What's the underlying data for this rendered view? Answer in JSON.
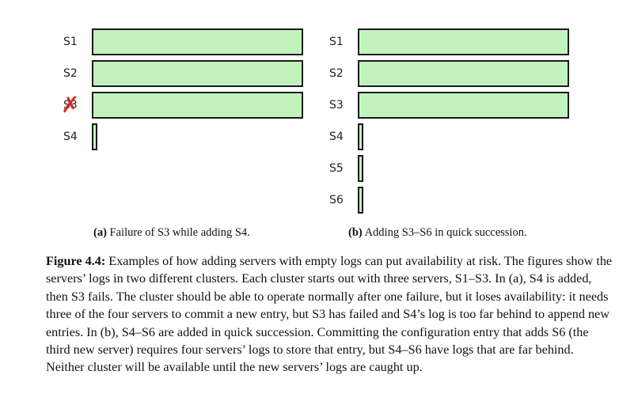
{
  "panels": [
    {
      "id": "a",
      "servers": [
        {
          "name": "S1",
          "log_fraction": 1.0,
          "failed": false
        },
        {
          "name": "S2",
          "log_fraction": 1.0,
          "failed": false
        },
        {
          "name": "S3",
          "log_fraction": 1.0,
          "failed": true
        },
        {
          "name": "S4",
          "log_fraction": 0.0,
          "failed": false
        }
      ],
      "subcaption_label": "(a)",
      "subcaption_text": "Failure of S3 while adding S4."
    },
    {
      "id": "b",
      "servers": [
        {
          "name": "S1",
          "log_fraction": 1.0,
          "failed": false
        },
        {
          "name": "S2",
          "log_fraction": 1.0,
          "failed": false
        },
        {
          "name": "S3",
          "log_fraction": 1.0,
          "failed": false
        },
        {
          "name": "S4",
          "log_fraction": 0.0,
          "failed": false
        },
        {
          "name": "S5",
          "log_fraction": 0.0,
          "failed": false
        },
        {
          "name": "S6",
          "log_fraction": 0.0,
          "failed": false
        }
      ],
      "subcaption_label": "(b)",
      "subcaption_text": "Adding S3–S6 in quick succession."
    }
  ],
  "fail_symbol": "✗",
  "colors": {
    "log_fill": "#c3f3bd",
    "log_border": "#1a1a1a",
    "fail_mark": "#d42a2a"
  },
  "caption": {
    "label": "Figure 4.4:",
    "text": "Examples of how adding servers with empty logs can put availability at risk. The figures show the servers’ logs in two different clusters. Each cluster starts out with three servers, S1–S3. In (a), S4 is added, then S3 fails. The cluster should be able to operate normally after one failure, but it loses availability: it needs three of the four servers to commit a new entry, but S3 has failed and S4’s log is too far behind to append new entries. In (b), S4–S6 are added in quick succession. Committing the configuration entry that adds S6 (the third new server) requires four servers’ logs to store that entry, but S4–S6 have logs that are far behind. Neither cluster will be available until the new servers’ logs are caught up."
  }
}
